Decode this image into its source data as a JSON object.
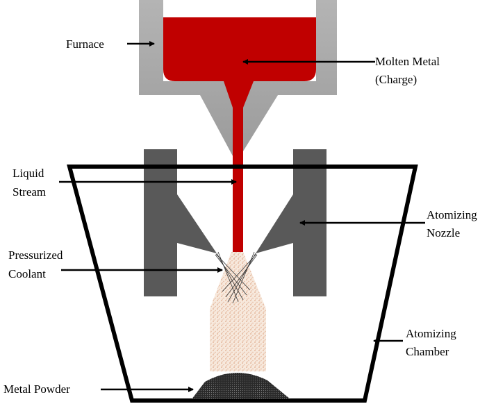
{
  "labels": {
    "furnace": "Furnace",
    "molten_metal_1": "Molten Metal",
    "molten_metal_2": "(Charge)",
    "liquid_stream_1": "Liquid",
    "liquid_stream_2": "Stream",
    "atomizing_nozzle_1": "Atomizing",
    "atomizing_nozzle_2": "Nozzle",
    "pressurized_coolant_1": "Pressurized",
    "pressurized_coolant_2": "Coolant",
    "atomizing_chamber_1": "Atomizing",
    "atomizing_chamber_2": "Chamber",
    "metal_powder": "Metal Powder"
  },
  "colors": {
    "molten_metal": "#c00000",
    "furnace": "#a6a6a6",
    "nozzle": "#595959",
    "chamber_outline": "#000000",
    "spray": "#f2dccb",
    "powder": "#262626"
  }
}
